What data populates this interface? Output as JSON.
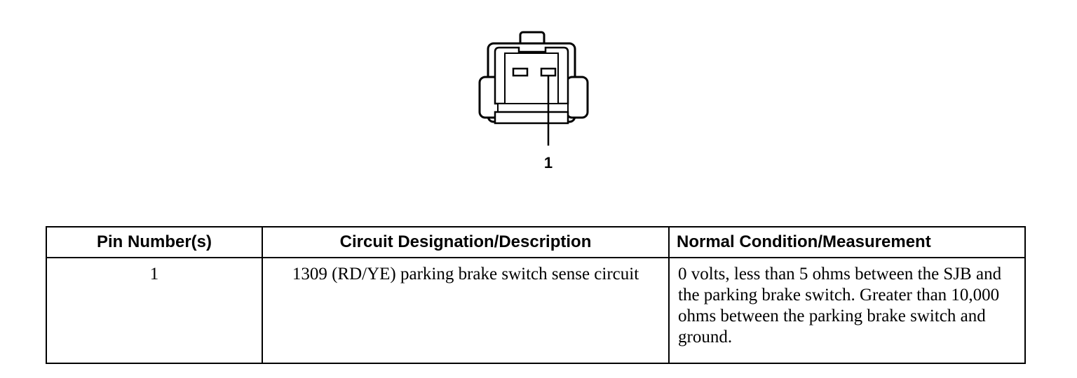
{
  "connector": {
    "callout_label": "1",
    "icon": "two-pin-connector-icon"
  },
  "table": {
    "headers": [
      "Pin Number(s)",
      "Circuit Designation/Description",
      "Normal Condition/Measurement"
    ],
    "rows": [
      {
        "pin": "1",
        "circuit": "1309 (RD/YE) parking brake switch sense circuit",
        "condition": "0 volts, less than 5 ohms between the SJB and the parking brake switch. Greater than 10,000 ohms between the parking brake switch and ground."
      }
    ]
  }
}
